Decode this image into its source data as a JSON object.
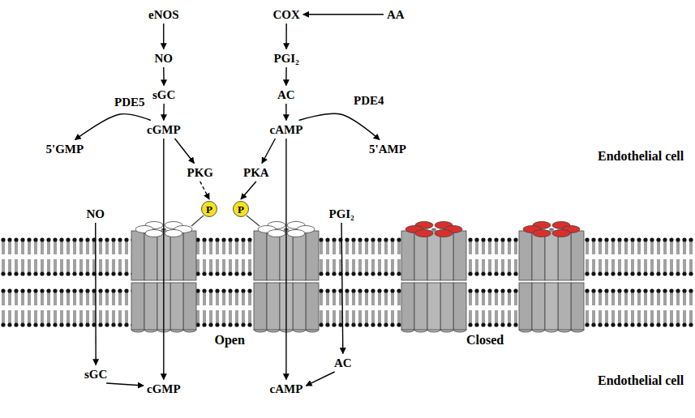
{
  "diagram": {
    "nodes": [
      {
        "text": [
          "eNOS"
        ]
      },
      {
        "text": [
          "NO"
        ]
      },
      {
        "text": [
          "sGC"
        ]
      },
      {
        "text": [
          "cGMP"
        ]
      },
      {
        "text": [
          "5'GMP"
        ]
      },
      {
        "text": [
          "PKG"
        ]
      },
      {
        "text": [
          "P"
        ]
      },
      {
        "text": [
          "COX"
        ]
      },
      {
        "text": [
          "AA"
        ]
      },
      {
        "text": [
          "PGI₂"
        ]
      },
      {
        "text": [
          "AC"
        ]
      },
      {
        "text": [
          "cAMP"
        ]
      },
      {
        "text": [
          "5'AMP"
        ]
      },
      {
        "text": [
          "PKA"
        ]
      },
      {
        "text": [
          "P"
        ]
      },
      {
        "text": [
          "NO"
        ]
      },
      {
        "text": [
          "PGI₂"
        ]
      },
      {
        "text": [
          "sGC"
        ]
      },
      {
        "text": [
          "cGMP"
        ]
      },
      {
        "text": [
          "AC"
        ]
      },
      {
        "text": [
          "cAMP"
        ]
      }
    ],
    "edges": [
      {
        "from": 0,
        "to": 1,
        "arrow": "to"
      },
      {
        "from": 1,
        "to": 2,
        "arrow": "to"
      },
      {
        "from": 2,
        "to": 3,
        "arrow": "to"
      },
      {
        "from": 3,
        "to": 4,
        "label": "PDE5",
        "arrow": "to"
      },
      {
        "from": 3,
        "to": 5,
        "arrow": "to"
      },
      {
        "from": 5,
        "to": 6,
        "arrow": "to"
      },
      {
        "from": 3,
        "to": 18,
        "arrow": "to"
      },
      {
        "from": 8,
        "to": 7,
        "arrow": "to"
      },
      {
        "from": 7,
        "to": 9,
        "arrow": "to"
      },
      {
        "from": 9,
        "to": 10,
        "arrow": "to"
      },
      {
        "from": 10,
        "to": 11,
        "arrow": "to"
      },
      {
        "from": 11,
        "to": 12,
        "label": "PDE4",
        "arrow": "to"
      },
      {
        "from": 11,
        "to": 13,
        "arrow": "to"
      },
      {
        "from": 13,
        "to": 14,
        "arrow": "to"
      },
      {
        "from": 11,
        "to": 20,
        "arrow": "to"
      },
      {
        "from": 15,
        "to": 17,
        "arrow": "to"
      },
      {
        "from": 17,
        "to": 18,
        "arrow": "to"
      },
      {
        "from": 16,
        "to": 19,
        "arrow": "to"
      },
      {
        "from": 19,
        "to": 20,
        "arrow": "to"
      }
    ],
    "labels": [
      "Endothelial cell",
      "Endothelial cell",
      "Open",
      "Closed"
    ]
  }
}
